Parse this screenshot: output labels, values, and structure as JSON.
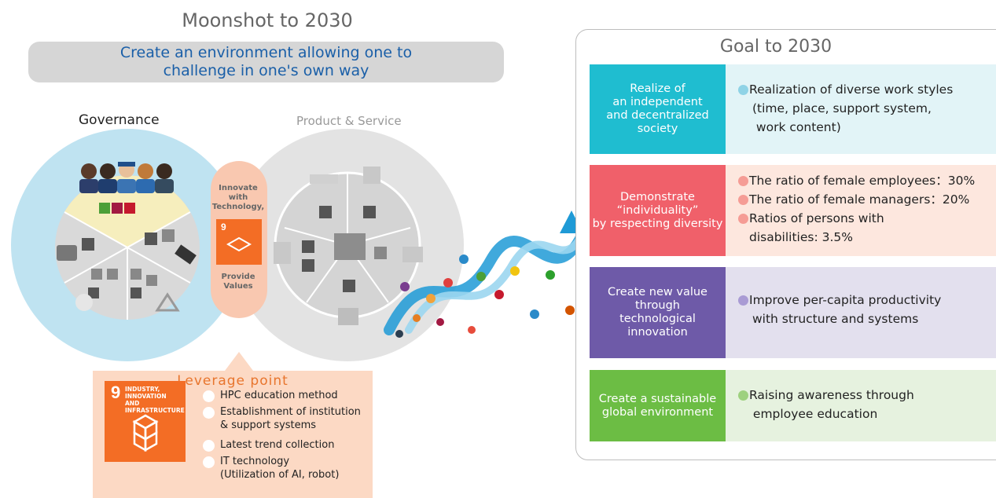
{
  "moonshot": {
    "title": "Moonshot to 2030",
    "banner_line1": "Create an environment allowing one to",
    "banner_line2": "challenge in one's own way"
  },
  "governance_label": "Governance",
  "product_label": "Product & Service",
  "center": {
    "innovate_line1": "Innovate",
    "innovate_line2": "with",
    "innovate_line3": "Technology,",
    "provide_line1": "Provide",
    "provide_line2": "Values"
  },
  "leverage": {
    "title": "Leverage point",
    "sdg_number": "9",
    "sdg_text_line1": "INDUSTRY, INNOVATION",
    "sdg_text_line2": "AND INFRASTRUCTURE",
    "items": [
      {
        "line1": "HPC education method",
        "line2": ""
      },
      {
        "line1": "Establishment of institution",
        "line2": "& support systems"
      },
      {
        "line1": "Latest trend collection",
        "line2": ""
      },
      {
        "line1": "IT technology",
        "line2": "(Utilization of AI, robot)"
      }
    ]
  },
  "goal": {
    "title": "Goal to 2030",
    "rows": [
      {
        "label_lines": [
          "Realize of",
          "an independent",
          "and decentralized society"
        ],
        "color": "#1fbdd0",
        "bg": "#e2f4f7",
        "dot": "#8fd3e6",
        "items": [
          "Realization of diverse work styles",
          "(time, place, support system,",
          " work content)"
        ]
      },
      {
        "label_lines": [
          "Demonstrate",
          "“individuality”",
          "by respecting diversity"
        ],
        "color": "#f0606a",
        "bg": "#fde7de",
        "dot": "#f59c95",
        "items": [
          "The ratio of female employees：30%",
          "The ratio of female managers：20%",
          "Ratios of persons with",
          "disabilities: 3.5%"
        ]
      },
      {
        "label_lines": [
          "Create new value through",
          "technological innovation"
        ],
        "color": "#6e5aa8",
        "bg": "#e3e0ee",
        "dot": "#a99bd4",
        "items": [
          "Improve per-capita productivity",
          "with structure and systems"
        ]
      },
      {
        "label_lines": [
          "Create a sustainable",
          "global environment"
        ],
        "color": "#6cbd44",
        "bg": "#e6f2df",
        "dot": "#9ed17f",
        "items": [
          "Raising awareness through",
          " employee education"
        ]
      }
    ]
  },
  "colors": {
    "governance_circle": "#bfe3f1",
    "product_circle": "#e3e3e3",
    "center_pill": "#f9c8b0",
    "leverage_bg": "#fcd9c4",
    "sdg9_orange": "#f36d25",
    "helix_blue": "#1f9ad6"
  }
}
